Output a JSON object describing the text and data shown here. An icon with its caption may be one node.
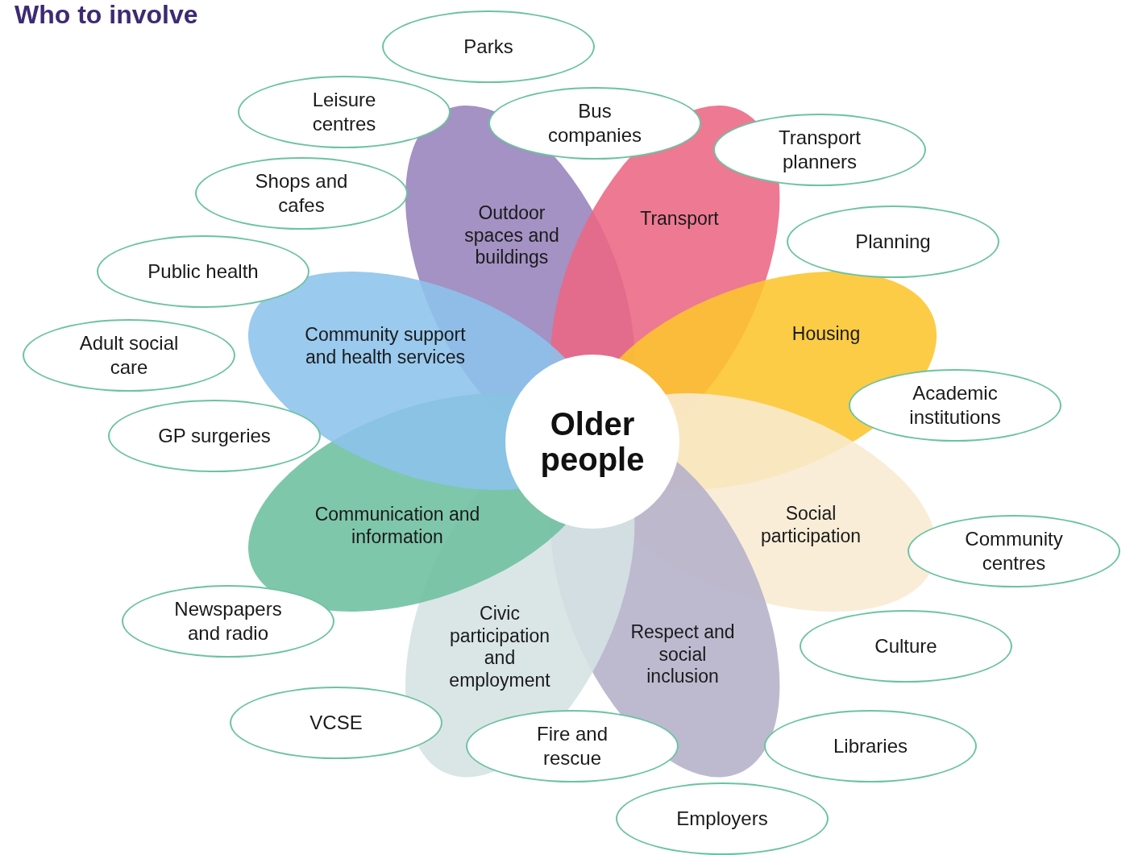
{
  "diagram": {
    "title": "Who to involve",
    "nodes": [
      {
        "text": [
          "Older people"
        ]
      },
      {
        "text": [
          "Outdoor spaces and buildings"
        ]
      },
      {
        "text": [
          "Transport"
        ]
      },
      {
        "text": [
          "Housing"
        ]
      },
      {
        "text": [
          "Social participation"
        ]
      },
      {
        "text": [
          "Respect and social inclusion"
        ]
      },
      {
        "text": [
          "Civic participation and employment"
        ]
      },
      {
        "text": [
          "Communication and information"
        ]
      },
      {
        "text": [
          "Community support and health services"
        ]
      },
      {
        "text": [
          "Parks"
        ]
      },
      {
        "text": [
          "Leisure centres"
        ]
      },
      {
        "text": [
          "Bus companies"
        ]
      },
      {
        "text": [
          "Transport planners"
        ]
      },
      {
        "text": [
          "Shops and cafes"
        ]
      },
      {
        "text": [
          "Planning"
        ]
      },
      {
        "text": [
          "Public health"
        ]
      },
      {
        "text": [
          "Adult social care"
        ]
      },
      {
        "text": [
          "Academic institutions"
        ]
      },
      {
        "text": [
          "GP surgeries"
        ]
      },
      {
        "text": [
          "Community centres"
        ]
      },
      {
        "text": [
          "Newspapers and radio"
        ]
      },
      {
        "text": [
          "Culture"
        ]
      },
      {
        "text": [
          "VCSE"
        ]
      },
      {
        "text": [
          "Fire and rescue"
        ]
      },
      {
        "text": [
          "Libraries"
        ]
      },
      {
        "text": [
          "Employers"
        ]
      }
    ],
    "edges": []
  }
}
